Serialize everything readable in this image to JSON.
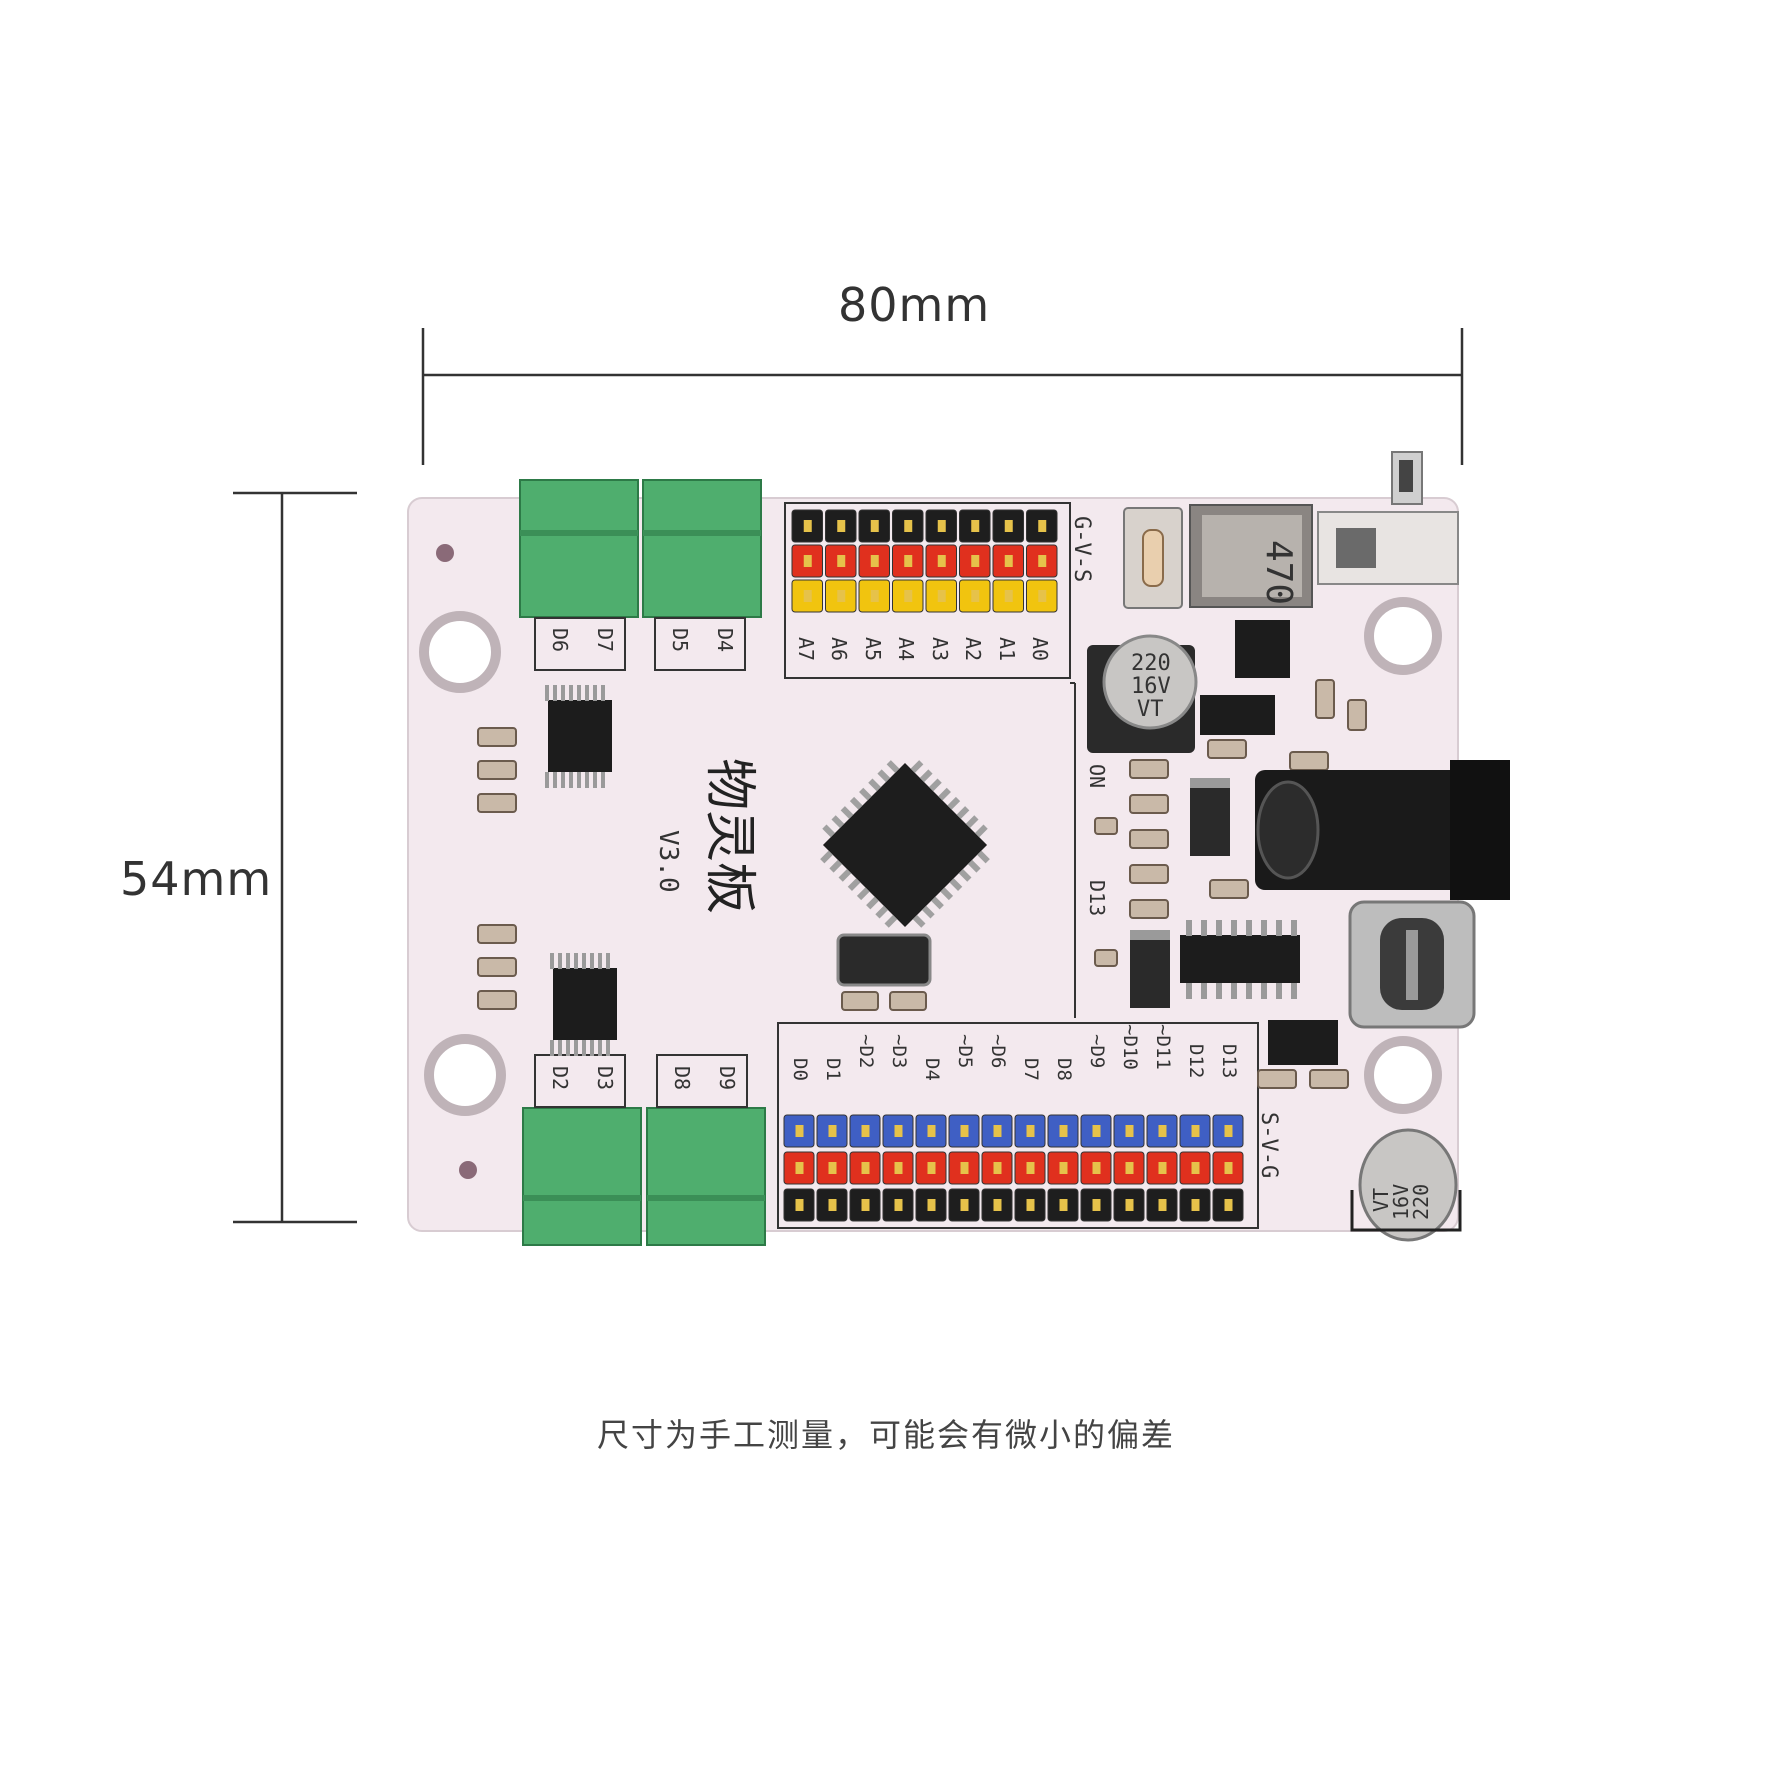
{
  "dimensions": {
    "width_label": "80mm",
    "height_label": "54mm"
  },
  "note": "尺寸为手工测量，可能会有微小的偏差",
  "board": {
    "name": "物灵板",
    "version": "V3.0",
    "top_header_label": "G-V-S",
    "bottom_header_label": "S-V-G",
    "analog_pins": [
      "A7",
      "A6",
      "A5",
      "A4",
      "A3",
      "A2",
      "A1",
      "A0"
    ],
    "digital_pins": [
      "D0",
      "D1",
      "~D2",
      "~D3",
      "D4",
      "~D5",
      "~D6",
      "D7",
      "D8",
      "~D9",
      "~D10",
      "~D11",
      "D12",
      "D13"
    ],
    "terminal_labels": {
      "top_left": [
        "D6",
        "D7"
      ],
      "top_right": [
        "D5",
        "D4"
      ],
      "bottom_left": [
        "D2",
        "D3"
      ],
      "bottom_right": [
        "D8",
        "D9"
      ]
    },
    "led_labels": [
      "ON",
      "D13"
    ],
    "capacitor_top": [
      "220",
      "16V",
      "VT"
    ],
    "capacitor_bottom": [
      "220",
      "16V",
      "VT"
    ],
    "inductor_label": "470"
  }
}
